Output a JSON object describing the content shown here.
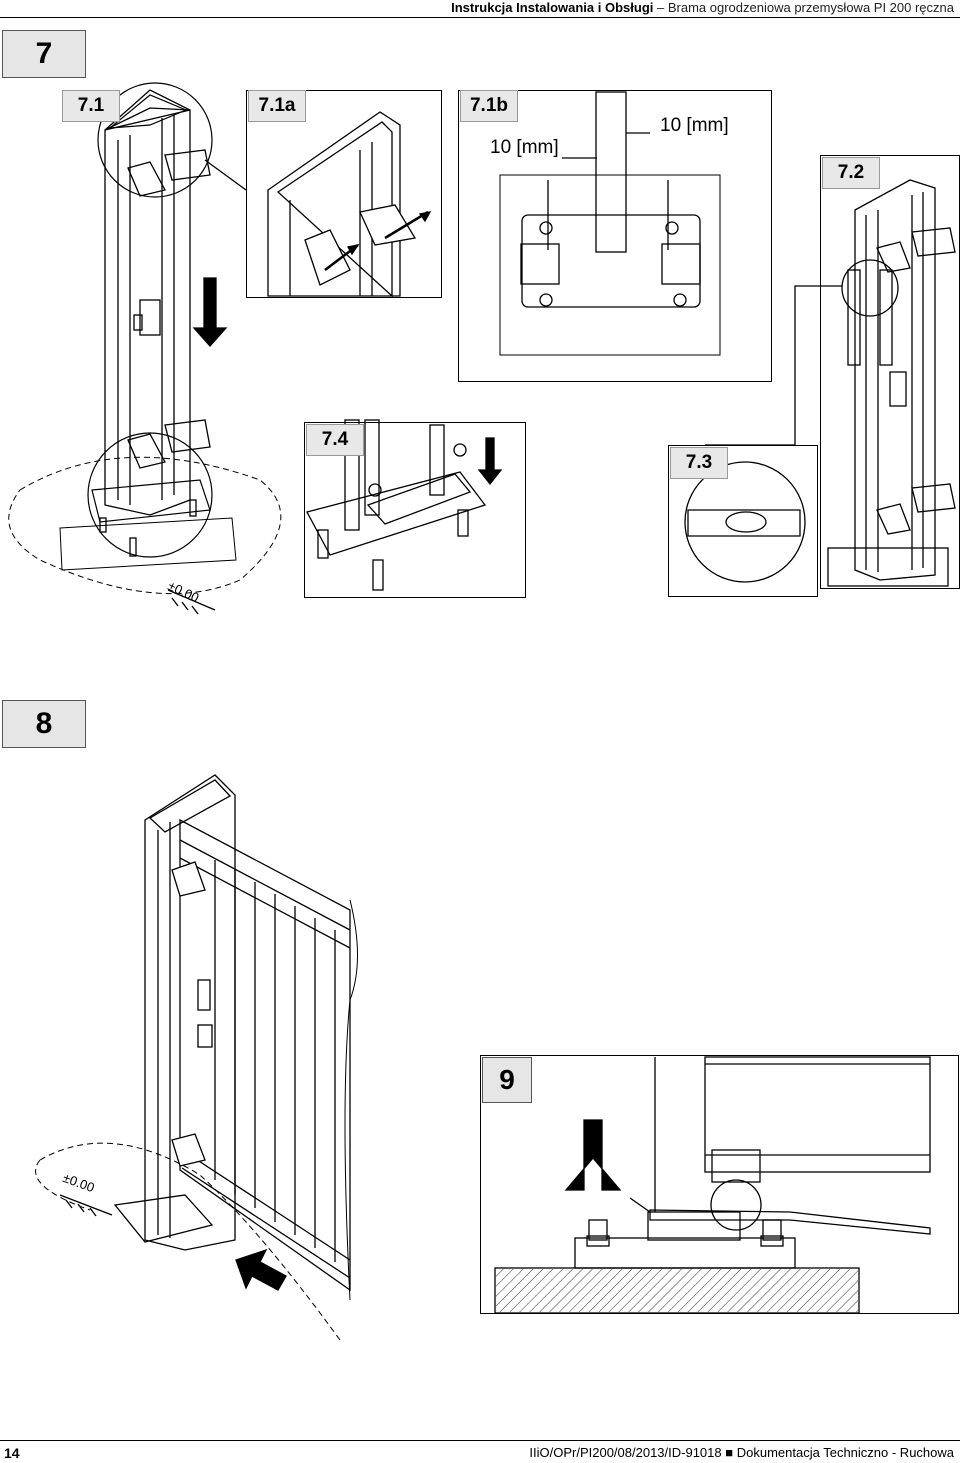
{
  "header": {
    "title": "Instrukcja Instalowania i Obsługi",
    "separator": " – ",
    "subtitle": "Brama ogrodzeniowa przemysłowa PI 200 ręczna"
  },
  "steps": {
    "s7": "7",
    "s8": "8",
    "s9": "9"
  },
  "panels": {
    "p71": "7.1",
    "p71a": "7.1a",
    "p71b": "7.1b",
    "p72": "7.2",
    "p73": "7.3",
    "p74": "7.4"
  },
  "dimensions": {
    "d1": "10 [mm]",
    "d2": "10 [mm]"
  },
  "level_marks": {
    "l1": "±0.00",
    "l2": "±0.00"
  },
  "footer": {
    "page_number": "14",
    "doc_code": "IIiO/OPr/PI200/08/2013/ID-91018",
    "doc_type": "Dokumentacja Techniczno - Ruchowa"
  }
}
